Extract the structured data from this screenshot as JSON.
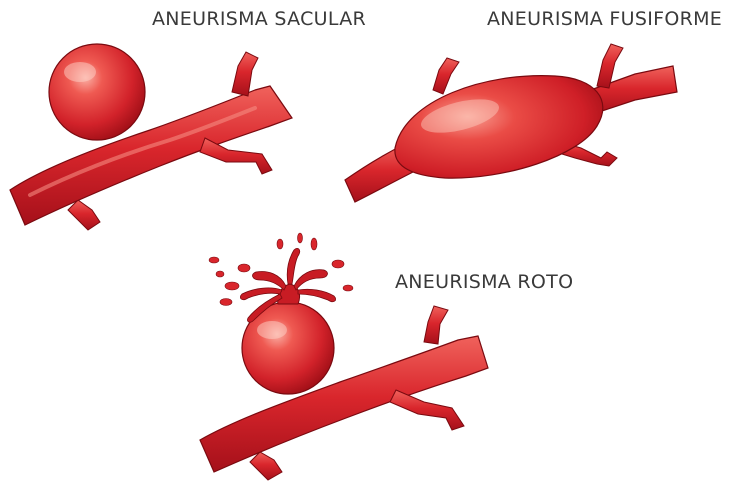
{
  "labels": {
    "saccular": "ANEURISMA SACULAR",
    "fusiform": "ANEURISMA FUSIFORME",
    "ruptured": "ANEURISMA ROTO"
  },
  "illustrations": {
    "saccular": "saccular-aneurysm-illustration",
    "fusiform": "fusiform-aneurysm-illustration",
    "ruptured": "ruptured-aneurysm-illustration"
  },
  "colors": {
    "vessel_dark": "#b3121a",
    "vessel_mid": "#d9262c",
    "vessel_light": "#f0625c",
    "highlight": "#fbb1a6",
    "outline": "#7a0a10",
    "text": "#3a3a3a",
    "background": "#ffffff"
  }
}
